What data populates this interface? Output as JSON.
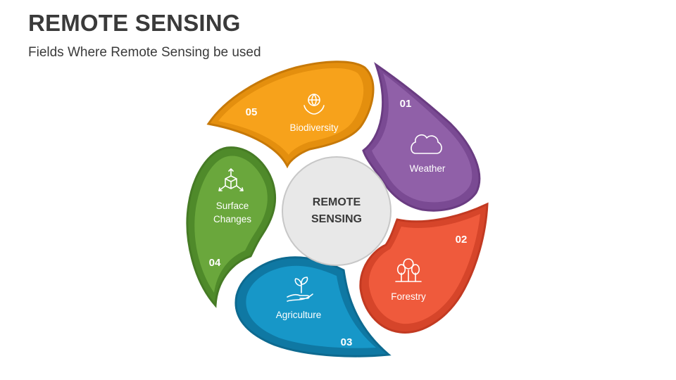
{
  "header": {
    "title": "REMOTE SENSING",
    "subtitle": "Fields Where Remote Sensing be used"
  },
  "center": {
    "line1": "REMOTE",
    "line2": "SENSING"
  },
  "colors": {
    "weather": "#9060a8",
    "forestry": "#ef5a3c",
    "agriculture": "#1797c8",
    "surface": "#6aa73c",
    "biodiversity": "#f7a21b"
  },
  "petals": [
    {
      "id": "weather",
      "number": "01",
      "label": "Weather",
      "icon": "cloud-icon"
    },
    {
      "id": "forestry",
      "number": "02",
      "label": "Forestry",
      "icon": "trees-icon"
    },
    {
      "id": "agriculture",
      "number": "03",
      "label": "Agriculture",
      "icon": "plant-hand-icon"
    },
    {
      "id": "surface",
      "number": "04",
      "label_line1": "Surface",
      "label_line2": "Changes",
      "icon": "cube-arrows-icon"
    },
    {
      "id": "biodiversity",
      "number": "05",
      "label": "Biodiversity",
      "icon": "globe-hands-icon"
    }
  ]
}
